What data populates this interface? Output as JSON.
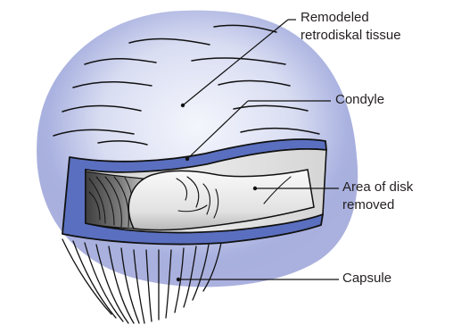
{
  "labels": {
    "remodeled_line1": "Remodeled",
    "remodeled_line2": "retrodiskal tissue",
    "condyle": "Condyle",
    "area_line1": "Area of disk",
    "area_line2": "removed",
    "capsule": "Capsule"
  },
  "colors": {
    "halo_center": "#f4f6fc",
    "halo_mid": "#cdd3ee",
    "halo_edge": "#8e97d3",
    "disk_band": "#5a6fbf",
    "condyle_light": "#f2f2f2",
    "condyle_shade": "#b5b5b5",
    "cavity_dark": "#4a4a4a",
    "outline": "#111111"
  }
}
